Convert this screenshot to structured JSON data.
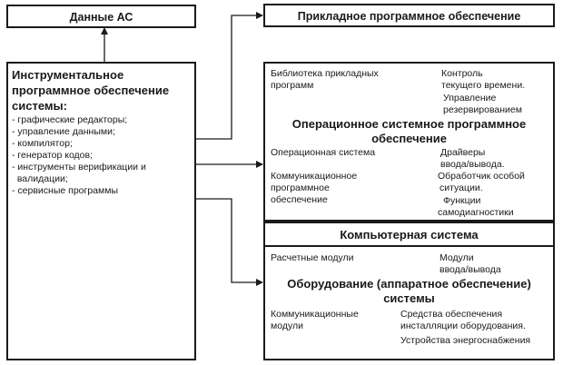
{
  "data_as": "Данные АС",
  "application_software": "Прикладное программное обеспечение",
  "tools": {
    "title_l1": "Инструментальное",
    "title_l2": "программное обеспечение",
    "title_l3": "системы:",
    "items": [
      "- графические редакторы;",
      "- управление данными;",
      "- компилятор;",
      "- генератор кодов;",
      "- инструменты верификации и",
      "  валидации;",
      "- сервисные программы"
    ]
  },
  "system_software": {
    "lib_l1": "Библиотека прикладных",
    "lib_l2": "программ",
    "time_l1": "Контроль",
    "time_l2": "текущего времени.",
    "reserve_l1": "Управление",
    "reserve_l2": "резервированием",
    "title_l1": "Операционное системное программное",
    "title_l2": "обеспечение",
    "os": "Операционная система",
    "drivers_l1": "Драйверы",
    "drivers_l2": "ввода/вывода.",
    "comm_l1": "Коммуникационное",
    "comm_l2": "программное",
    "comm_l3": "обеспечение",
    "special_l1": "Обработчик особой",
    "special_l2": "ситуации.",
    "diag_l1": "Функции",
    "diag_l2": "самодиагностики"
  },
  "computer_system": {
    "title": "Компьютерная система",
    "calc_modules": "Расчетные модули",
    "io_l1": "Модули",
    "io_l2": "ввода/вывода",
    "hw_title_l1": "Оборудование (аппаратное обеспечение)",
    "hw_title_l2": "системы",
    "comm_modules_l1": "Коммуникационные",
    "comm_modules_l2": "модули",
    "install_l1": "Средства обеспечения",
    "install_l2": "инсталляции оборудования.",
    "power": "Устройства энергоснабжения"
  }
}
